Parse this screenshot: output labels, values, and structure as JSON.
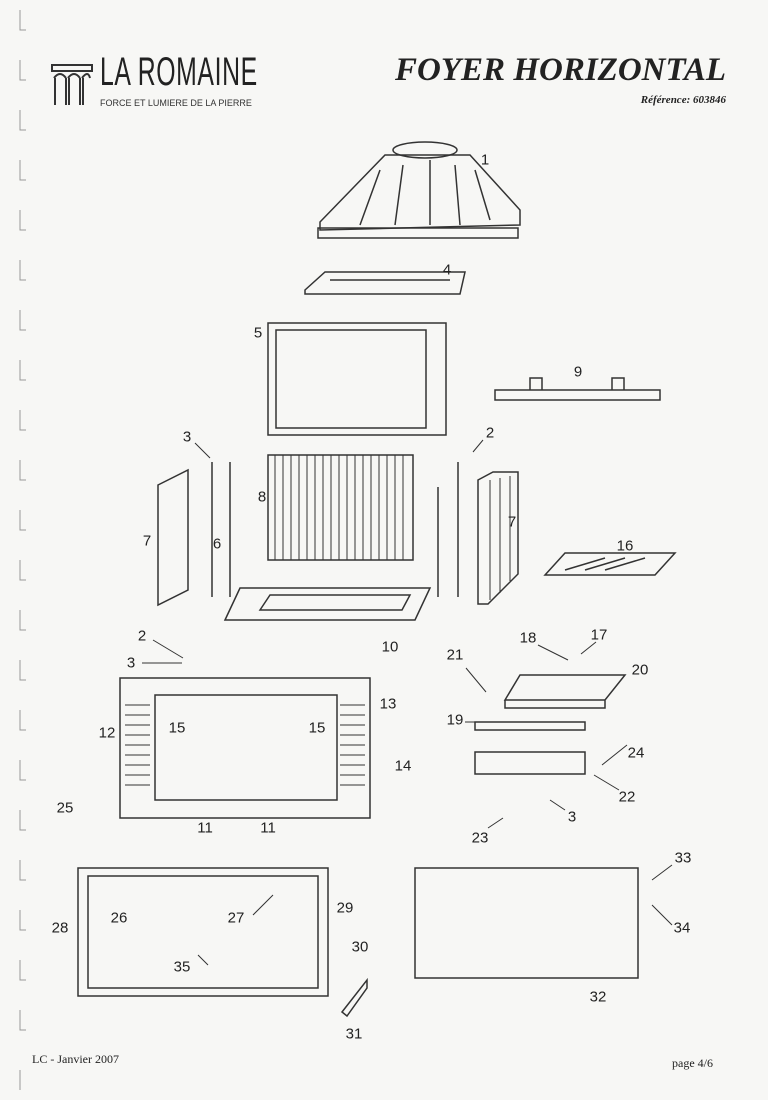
{
  "header": {
    "brand": "LA ROMAINE",
    "tagline": "FORCE ET LUMIERE DE LA PIERRE",
    "title": "FOYER HORIZONTAL",
    "reference": "Référence: 603846"
  },
  "footer": {
    "left": "LC - Janvier 2007",
    "right": "page 4/6"
  },
  "labels": [
    "1",
    "4",
    "5",
    "9",
    "3",
    "2",
    "8",
    "7",
    "6",
    "7",
    "16",
    "10",
    "2",
    "3",
    "21",
    "18",
    "17",
    "20",
    "13",
    "12",
    "15",
    "15",
    "19",
    "24",
    "14",
    "22",
    "3",
    "11",
    "11",
    "25",
    "23",
    "33",
    "27",
    "26",
    "28",
    "29",
    "30",
    "34",
    "35",
    "32",
    "31"
  ]
}
